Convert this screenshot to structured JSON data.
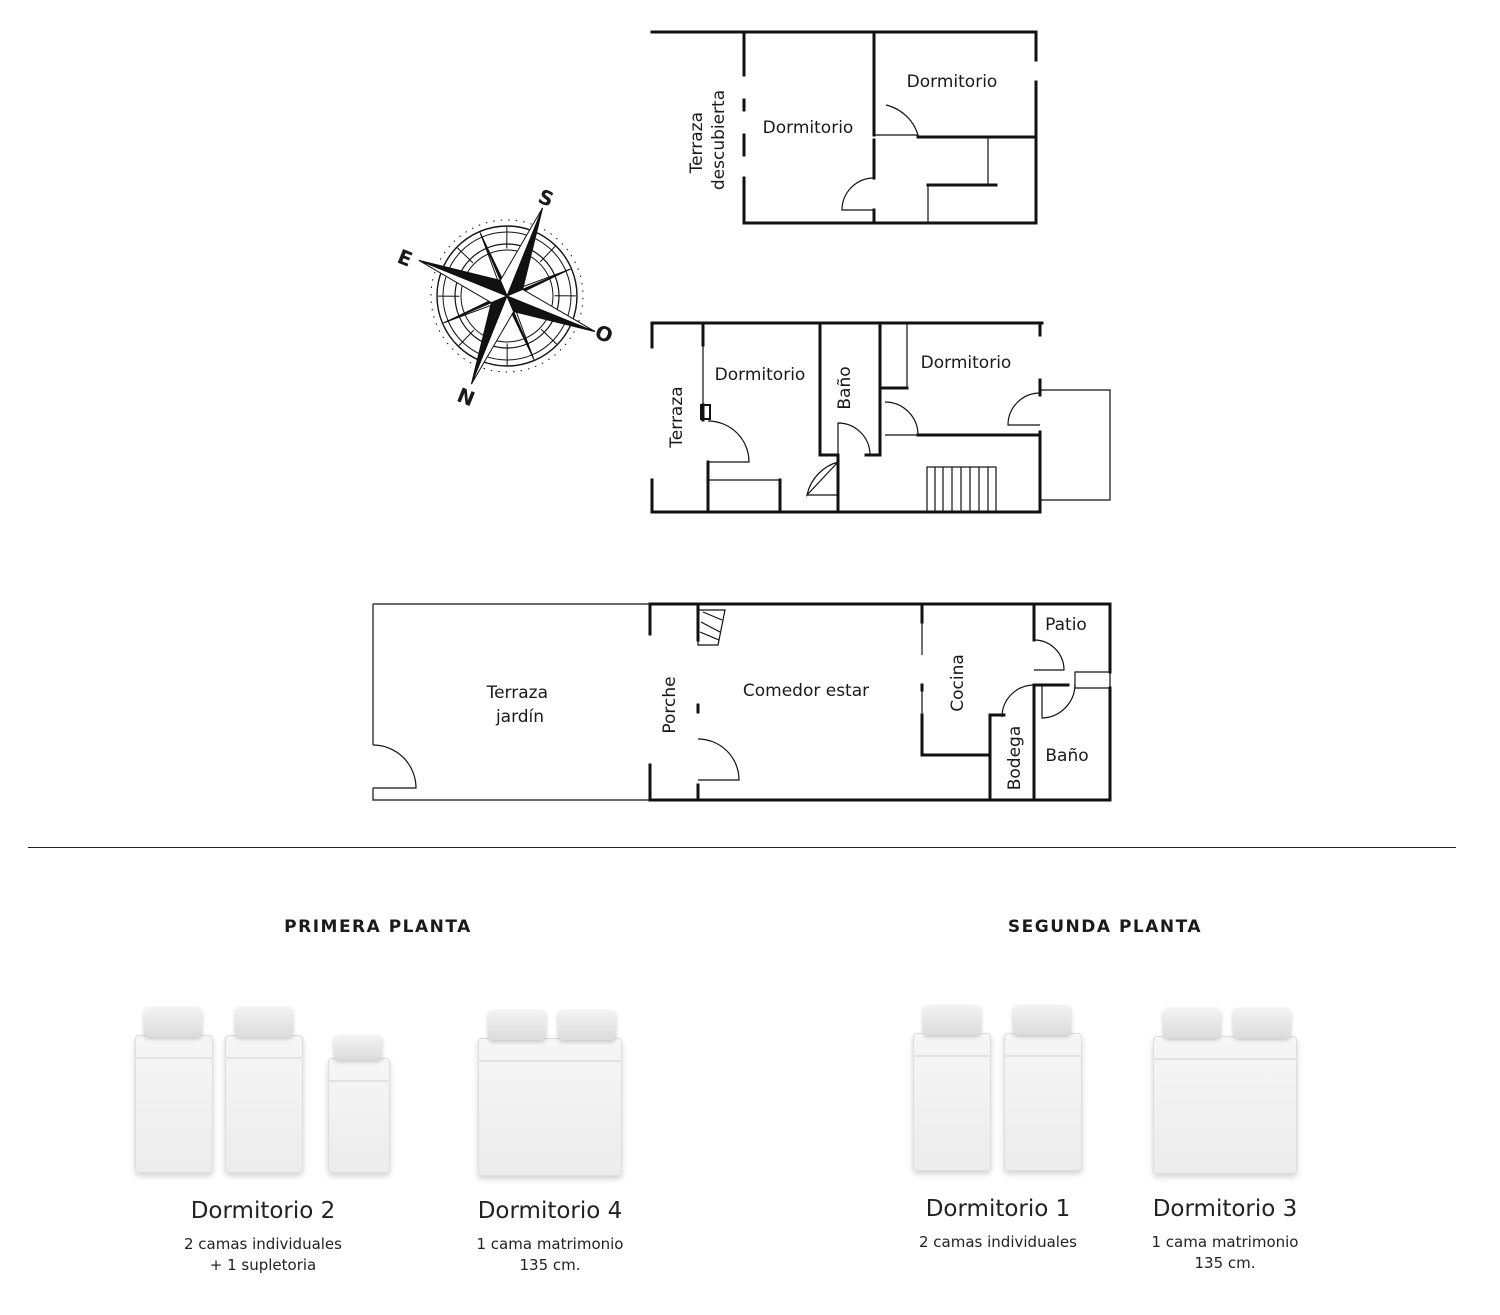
{
  "floor_plans": {
    "top_floor": {
      "terrace": [
        "Terraza",
        "descubierta"
      ],
      "bedroom_left": "Dormitorio",
      "bedroom_right": "Dormitorio"
    },
    "middle_floor": {
      "terrace": "Terraza",
      "bedroom_left": "Dormitorio",
      "bathroom": "Baño",
      "bedroom_right": "Dormitorio"
    },
    "ground_floor": {
      "garden": [
        "Terraza",
        "jardín"
      ],
      "porch": "Porche",
      "living": "Comedor estar",
      "kitchen": "Cocina",
      "patio": "Patio",
      "storage": "Bodega",
      "bathroom": "Baño"
    }
  },
  "compass": {
    "north": "N",
    "south": "S",
    "east": "E",
    "west": "O"
  },
  "sections": {
    "primera": {
      "title": "PRIMERA PLANTA",
      "rooms": [
        {
          "name": "Dormitorio 2",
          "desc_line1": "2 camas individuales",
          "desc_line2": "+ 1 supletoria"
        },
        {
          "name": "Dormitorio 4",
          "desc_line1": "1 cama matrimonio",
          "desc_line2": "135 cm."
        }
      ]
    },
    "segunda": {
      "title": "SEGUNDA PLANTA",
      "rooms": [
        {
          "name": "Dormitorio 1",
          "desc_line1": "2 camas individuales",
          "desc_line2": ""
        },
        {
          "name": "Dormitorio 3",
          "desc_line1": "1 cama matrimonio",
          "desc_line2": "135 cm."
        }
      ]
    }
  }
}
